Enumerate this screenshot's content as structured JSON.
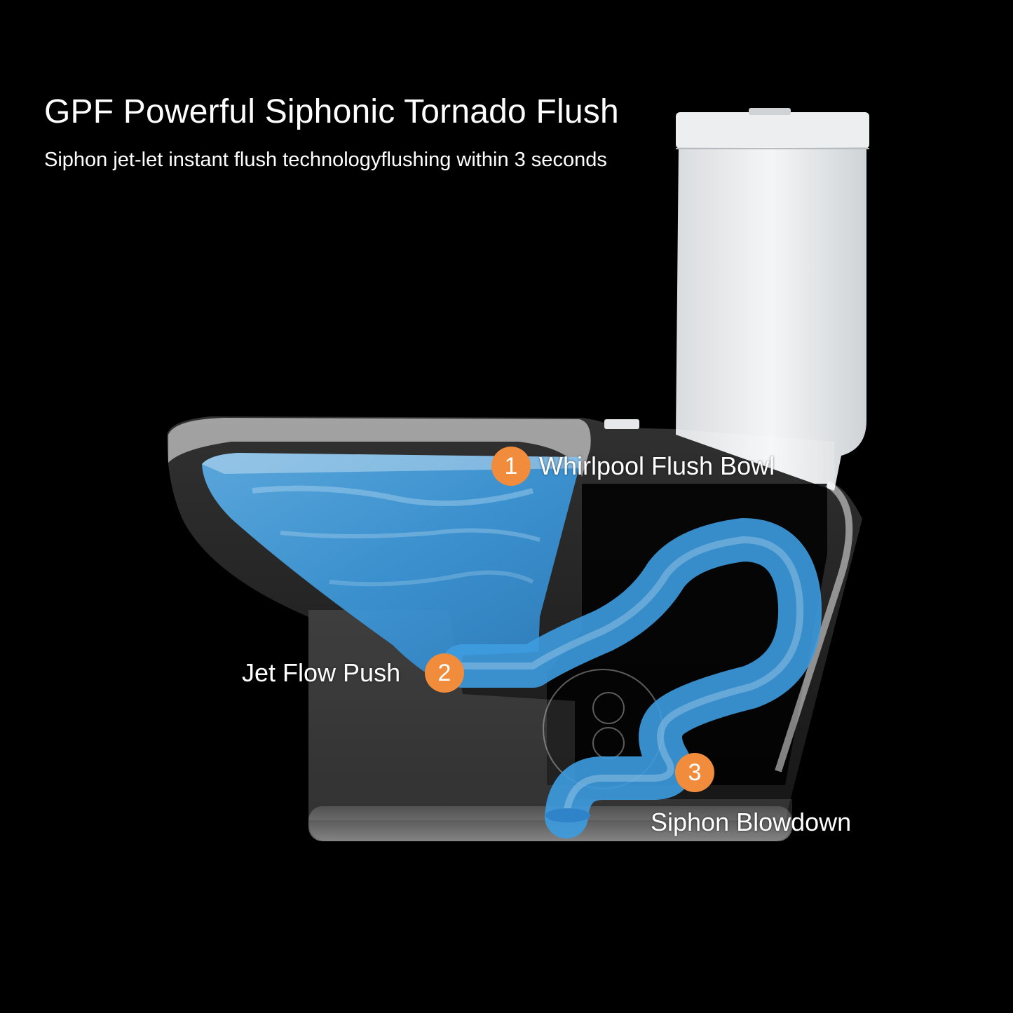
{
  "header": {
    "title": "GPF Powerful Siphonic Tornado Flush",
    "subtitle": "Siphon jet-let instant flush technologyflushing within 3 seconds"
  },
  "callouts": [
    {
      "number": "1",
      "label": "Whirlpool Flush Bowl"
    },
    {
      "number": "2",
      "label": "Jet Flow Push"
    },
    {
      "number": "3",
      "label": "Siphon Blowdown"
    }
  ],
  "colors": {
    "background": "#000000",
    "text": "#ffffff",
    "badge": "#f08c3c",
    "water": "#3d9ce0",
    "ceramic": "#e8eaec"
  }
}
